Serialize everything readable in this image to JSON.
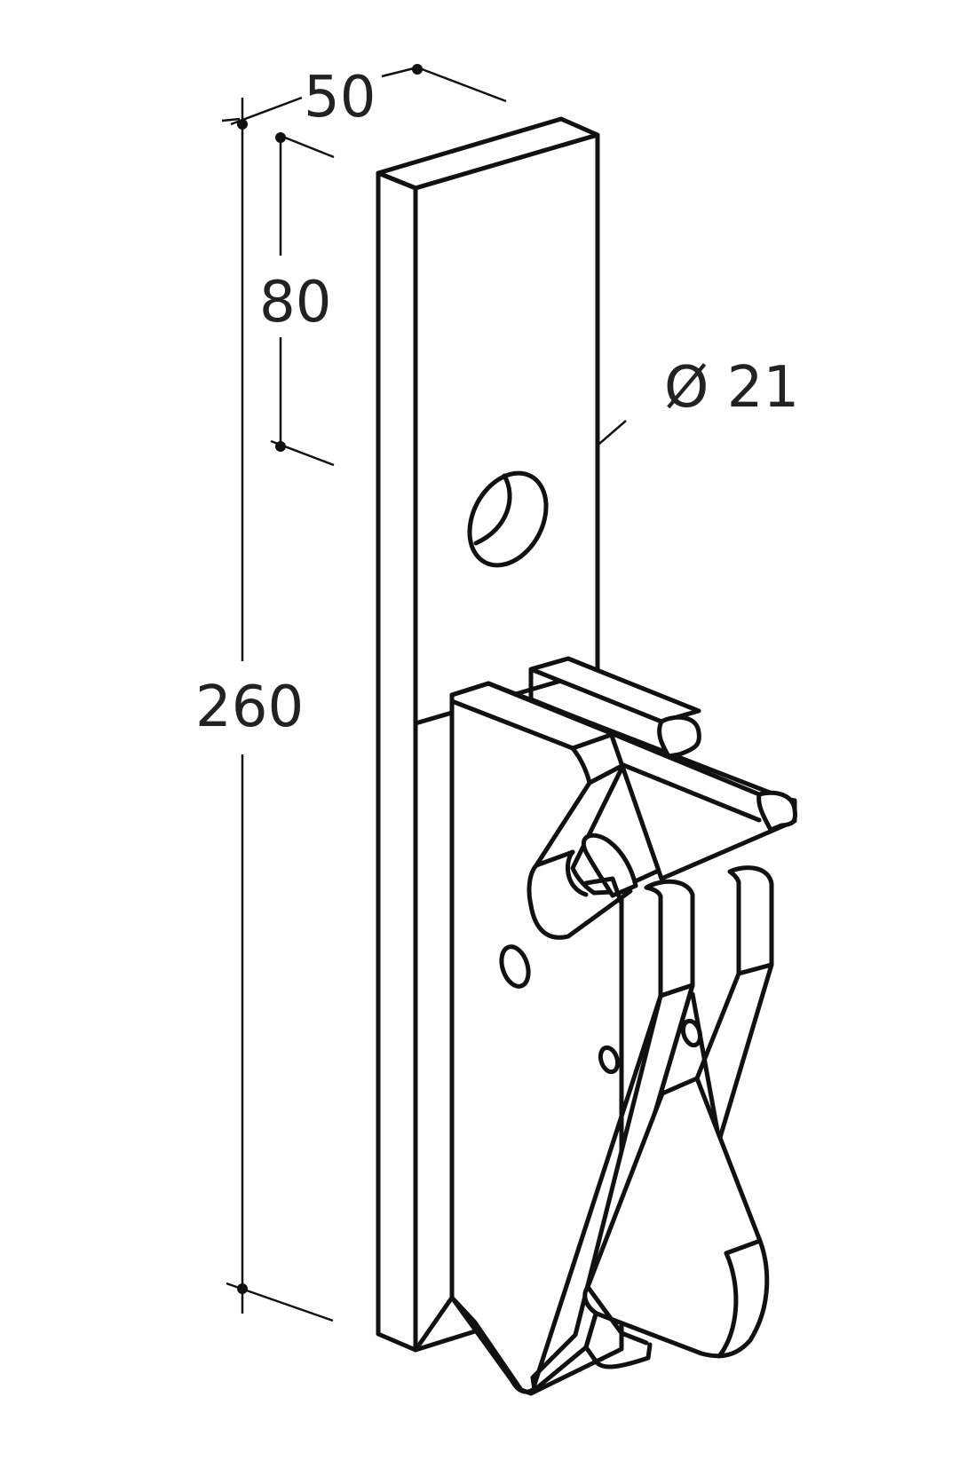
{
  "drawing": {
    "dimensions": [
      {
        "id": "width",
        "label": "50"
      },
      {
        "id": "upper-length",
        "label": "80"
      },
      {
        "id": "total-length",
        "label": "260"
      },
      {
        "id": "hole-diameter",
        "label": "Ø 21"
      }
    ],
    "colors": {
      "line": "#111111",
      "text": "#222222",
      "background": "#ffffff"
    }
  }
}
